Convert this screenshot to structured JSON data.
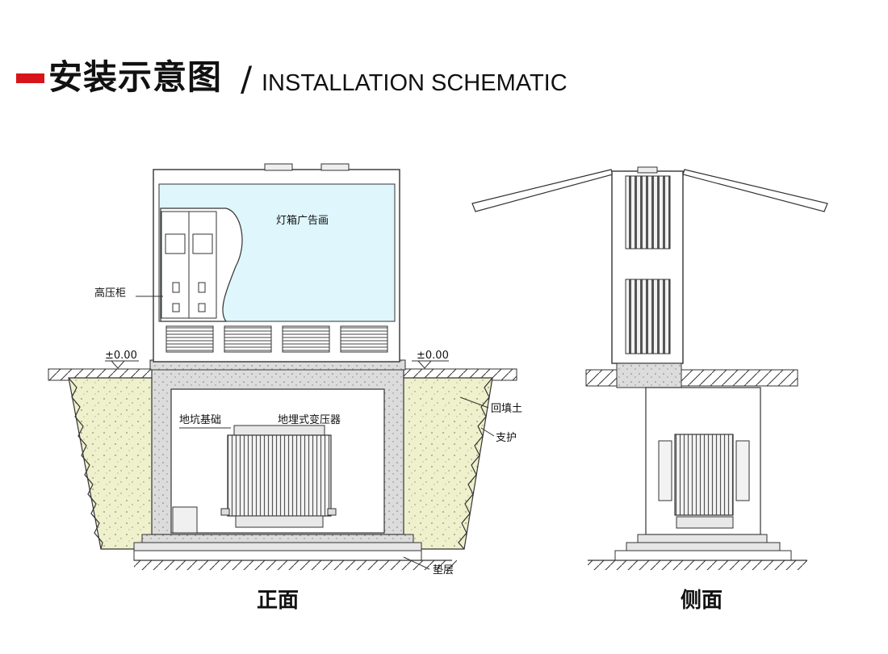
{
  "header": {
    "title_cn": "安装示意图",
    "separator": "/",
    "title_en": "INSTALLATION SCHEMATIC",
    "accent_color": "#d7141a"
  },
  "front_view": {
    "caption": "正面",
    "labels": {
      "lightbox": "灯箱广告画",
      "hv_cabinet": "高压柜",
      "level_left": "±0.00",
      "level_right": "±0.00",
      "foundation_pit": "地坑基础",
      "buried_transformer": "地埋式变压器",
      "backfill": "回填土",
      "support": "支护",
      "cushion": "垫层"
    }
  },
  "side_view": {
    "caption": "侧面"
  },
  "colors": {
    "lightbox_fill": "#dff6fc",
    "soil_fill": "#eff0cc",
    "concrete_fill": "#dcdcdc",
    "line": "#333333"
  }
}
